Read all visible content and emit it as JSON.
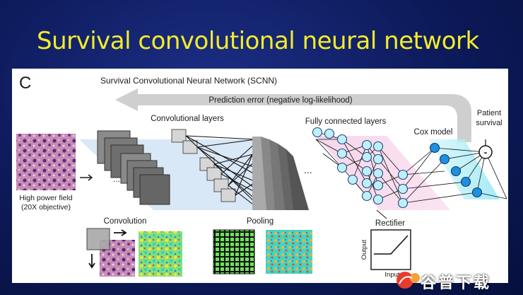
{
  "slide": {
    "title": "Survival convolutional neural network"
  },
  "figure": {
    "panel_letter": "C",
    "main_title": "Survival Convolutional Neural Network (SCNN)",
    "prediction_error": "Prediction error (negative log-likelihood)",
    "conv_layers_label": "Convolutional layers",
    "fc_layers_label": "Fully connected layers",
    "cox_label": "Cox model",
    "patient_survival_line1": "Patient",
    "patient_survival_line2": "survival",
    "minus_sign": "-",
    "input_label_line1": "High power field",
    "input_label_line2": "(20X objective)",
    "convolution_label": "Convolution",
    "pooling_label": "Pooling",
    "rectifier_label": "Rectifier",
    "output_axis": "Output",
    "input_axis": "Input",
    "ellipsis": "..."
  },
  "colors": {
    "title_yellow": "#f3ec2a",
    "background_blue": "#0d1a5a",
    "fc_node": "#bfeffa",
    "cox_node": "#1f8fe0",
    "arrow_gray": "#c8c8c8"
  },
  "watermark": {
    "text": "谷普下载"
  }
}
